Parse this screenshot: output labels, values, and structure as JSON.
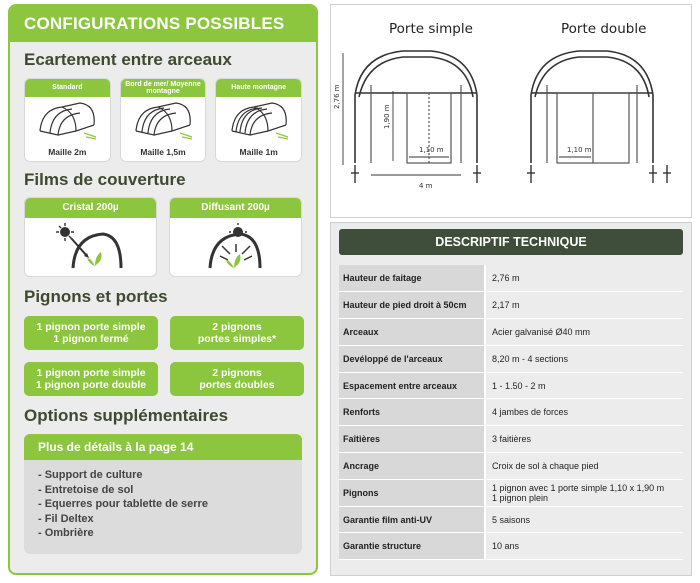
{
  "left": {
    "title": "CONFIGURATIONS POSSIBLES",
    "spacing": {
      "title": "Ecartement entre arceaux",
      "cards": [
        {
          "label": "Standard",
          "mesh": "Maille 2m"
        },
        {
          "label": "Bord de mer/ Moyenne montagne",
          "mesh": "Maille 1,5m"
        },
        {
          "label": "Haute montagne",
          "mesh": "Maille 1m"
        }
      ]
    },
    "films": {
      "title": "Films de couverture",
      "cards": [
        {
          "label": "Cristal 200µ"
        },
        {
          "label": "Diffusant 200µ"
        }
      ]
    },
    "gables": {
      "title": "Pignons et portes",
      "options": [
        "1 pignon porte simple\n1 pignon fermé",
        "2 pignons\nportes simples*",
        "1 pignon porte simple\n1 pignon porte double",
        "2 pignons\nportes doubles"
      ]
    },
    "extras": {
      "title": "Options supplémentaires",
      "header": "Plus de détails à la page 14",
      "items": [
        "- Support de culture",
        "- Entretoise de sol",
        "- Equerres pour tablette de serre",
        "- Fil Deltex",
        "- Ombrière"
      ]
    }
  },
  "diagrams": {
    "simple": {
      "title": "Porte simple",
      "height": "2,76 m",
      "door_height": "1,90 m",
      "door_width": "1,10 m",
      "width": "4 m"
    },
    "double": {
      "title": "Porte double",
      "door_width": "1,10 m"
    }
  },
  "specs": {
    "title": "DESCRIPTIF TECHNIQUE",
    "rows": [
      {
        "key": "Hauteur de faitage",
        "value": "2,76 m"
      },
      {
        "key": "Hauteur de pied droit à 50cm",
        "value": "2,17 m"
      },
      {
        "key": "Arceaux",
        "value": "Acier galvanisé Ø40 mm"
      },
      {
        "key": "Devéloppé de l'arceaux",
        "value": "8,20 m - 4 sections"
      },
      {
        "key": "Espacement entre arceaux",
        "value": "1 - 1.50 - 2 m"
      },
      {
        "key": "Renforts",
        "value": "4 jambes de forces"
      },
      {
        "key": "Faîtières",
        "value": "3 faitières"
      },
      {
        "key": "Ancrage",
        "value": "Croix de sol à chaque pied"
      },
      {
        "key": "Pignons",
        "value": "1 pignon avec 1 porte simple 1,10 x 1,90 m\n1 pignon plein"
      },
      {
        "key": "Garantie film anti-UV",
        "value": "5 saisons"
      },
      {
        "key": "Garantie structure",
        "value": "10 ans"
      }
    ]
  },
  "colors": {
    "accent": "#8cc63f",
    "dark": "#3e4e3a",
    "panel": "#ececec"
  }
}
